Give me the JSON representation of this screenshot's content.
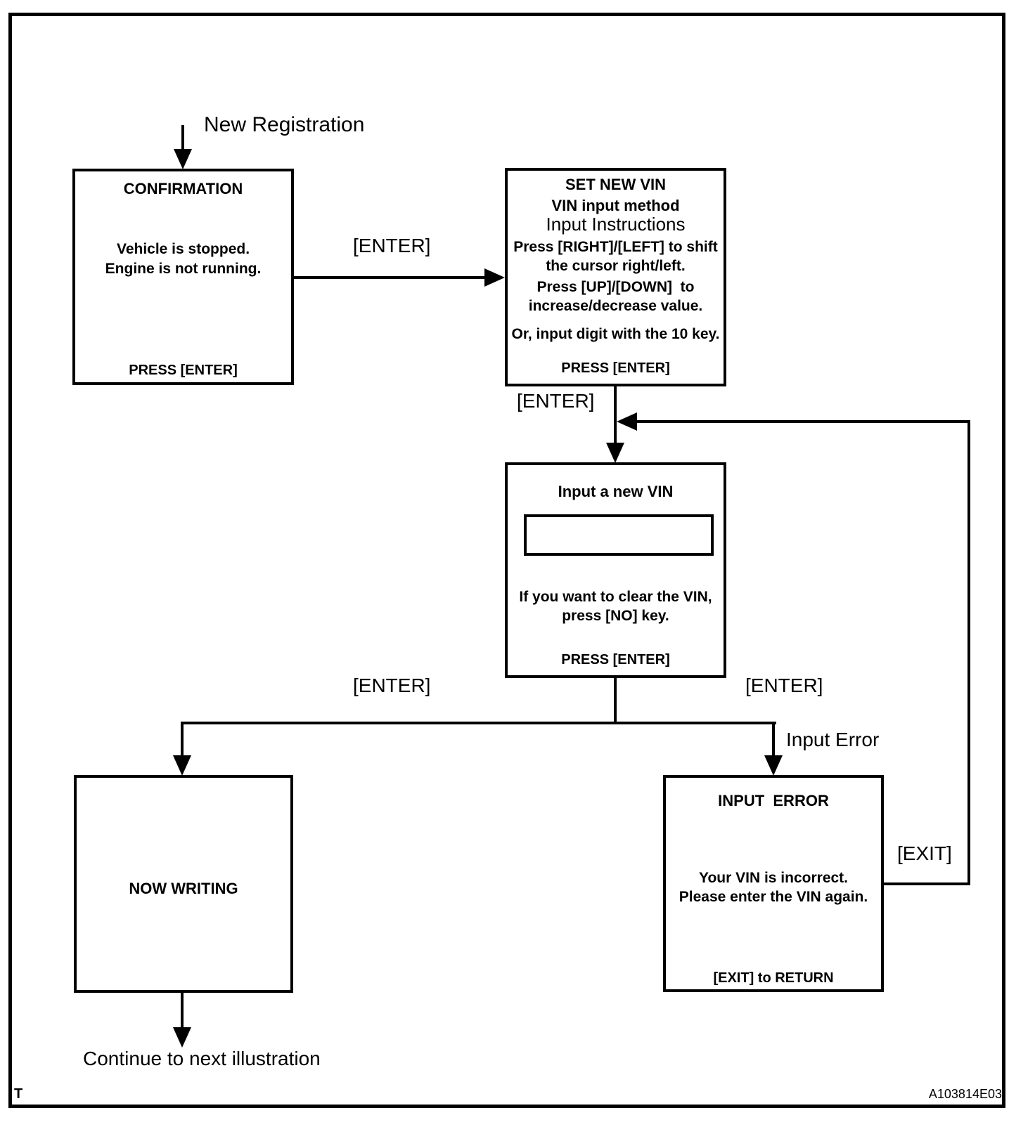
{
  "page": {
    "corner_mark": "T",
    "reference_code": "A103814E03"
  },
  "colors": {
    "ink": "#000000",
    "background": "#ffffff"
  },
  "labels": {
    "new_registration": "New Registration",
    "enter_top": "[ENTER]",
    "enter_mid": "[ENTER]",
    "enter_left": "[ENTER]",
    "enter_right": "[ENTER]",
    "input_error": "Input Error",
    "exit": "[EXIT]",
    "continue_note": "Continue to next illustration"
  },
  "boxes": {
    "confirmation": {
      "title": "CONFIRMATION",
      "line1": "Vehicle is stopped.",
      "line2": "Engine is not running.",
      "footer": "PRESS [ENTER]"
    },
    "set_new_vin": {
      "title": "SET NEW VIN",
      "subtitle": "VIN input method",
      "heading": "Input Instructions",
      "line1": "Press [RIGHT]/[LEFT] to shift",
      "line2": "the cursor right/left.",
      "line3": "Press [UP]/[DOWN]  to",
      "line4": "increase/decrease value.",
      "line5": "Or, input digit with the 10 key.",
      "footer": "PRESS [ENTER]"
    },
    "input_vin": {
      "title": "Input a new VIN",
      "input_value": "",
      "line1": "If you want to clear the VIN,",
      "line2": "press [NO] key.",
      "footer": "PRESS [ENTER]"
    },
    "now_writing": {
      "title": "NOW WRITING"
    },
    "input_error": {
      "title": "INPUT  ERROR",
      "line1": "Your VIN is incorrect.",
      "line2": "Please enter the VIN again.",
      "footer": "[EXIT] to RETURN"
    }
  }
}
